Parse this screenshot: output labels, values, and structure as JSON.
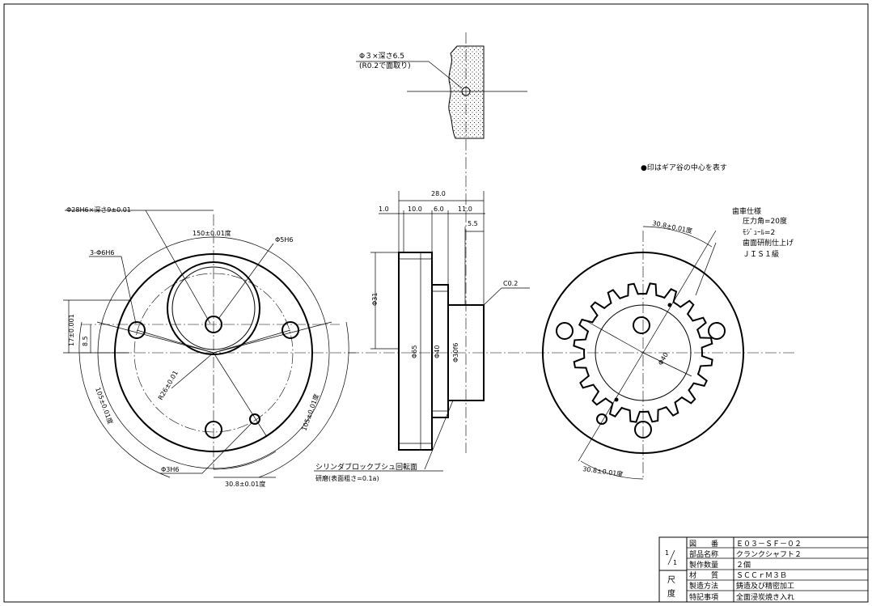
{
  "hole_note": {
    "line1": "Φ３×深さ6.5",
    "line2": "(R0.2で面取り)"
  },
  "gear_note": "●印はギア谷の中心を表す",
  "gear_spec": {
    "title": "歯車仕様",
    "pressure_angle": "圧力角=20度",
    "module": "ﾓｼﾞｭｰﾙ=2",
    "finish": "歯面研削仕上げ",
    "grade": "ＪＩＳ１級"
  },
  "left_view": {
    "bore_label": "Φ28H6×深さ9±0.01",
    "pcd_label": "150±0.01度",
    "hole_5h6": "Φ5H6",
    "holes_6h6": "3-Φ6H6",
    "dim_17": "17±0.001",
    "dim_85": "8.5",
    "radius": "R26±0.01",
    "angle_left": "105±0.01度",
    "angle_right": "105±0.01度",
    "hole_3h6": "Φ3H6",
    "angle_bottom": "30.8±0.01度"
  },
  "side_view": {
    "total_length": "28.0",
    "dim_1": "1.0",
    "dim_10": "10.0",
    "dim_6": "6.0",
    "dim_11": "11.0",
    "dim_55": "5.5",
    "chamfer": "C0.2",
    "dia_31": "Φ31",
    "dia_65": "Φ65",
    "dia_40": "Φ40",
    "dia_30": "Φ30f6",
    "surface_note": "シリンダブロックブシュ回転面",
    "surface_note2": "研磨(表面粗さ=0.1a)"
  },
  "right_view": {
    "angle_top": "30.8±0.01度",
    "dia_40": "Φ40",
    "angle_bottom": "30.8±0.01度"
  },
  "title_block": {
    "scale_top": "1",
    "scale_bottom": "1",
    "scale_label": "尺度",
    "rows": [
      {
        "label": "図　　番",
        "value": "Ｅ０３－ＳＦ－０２"
      },
      {
        "label": "部品名称",
        "value": "クランクシャフト２"
      },
      {
        "label": "製作数量",
        "value": "２個"
      },
      {
        "label": "材　　質",
        "value": "ＳＣＣｒＭ３Ｂ"
      },
      {
        "label": "製造方法",
        "value": "鋳造及び精密加工"
      },
      {
        "label": "特記事項",
        "value": "全面浸炭焼き入れ"
      }
    ]
  }
}
